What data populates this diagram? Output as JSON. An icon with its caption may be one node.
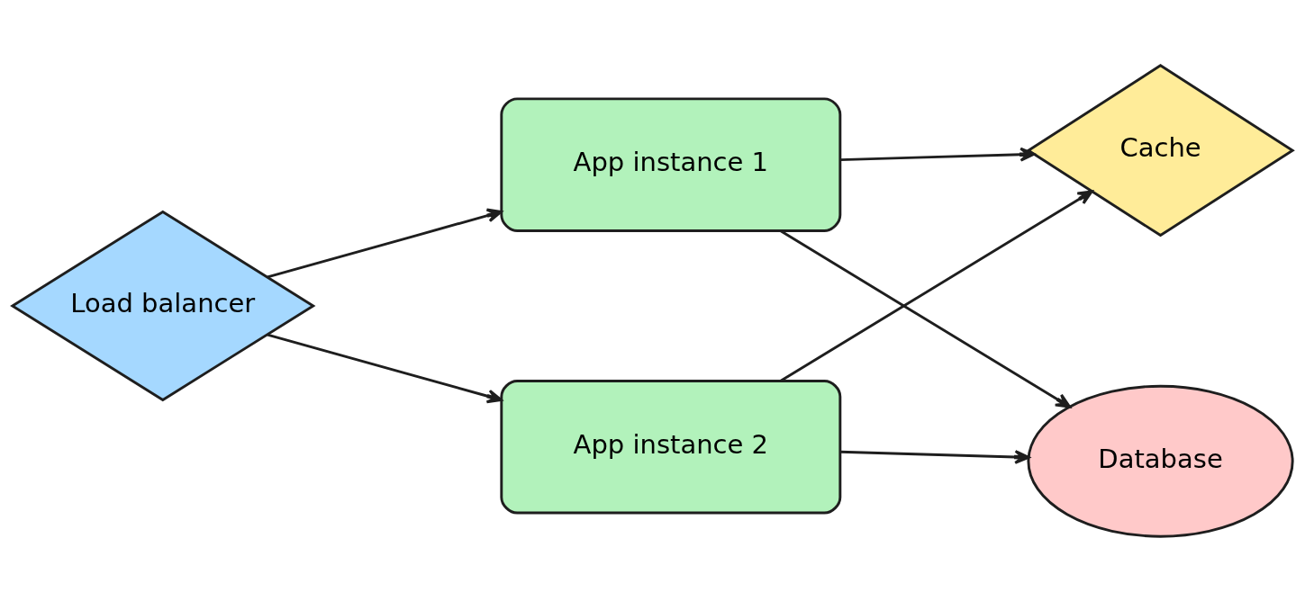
{
  "diagram": {
    "nodes": [
      {
        "text": [
          "Load balancer"
        ]
      },
      {
        "text": [
          "App instance 1"
        ]
      },
      {
        "text": [
          "App instance 2"
        ]
      },
      {
        "text": [
          "Cache"
        ]
      },
      {
        "text": [
          "Database"
        ]
      }
    ],
    "edges": [
      {
        "from": 0,
        "to": 1,
        "arrow": "to"
      },
      {
        "from": 0,
        "to": 2,
        "arrow": "to"
      },
      {
        "from": 1,
        "to": 3,
        "arrow": "to"
      },
      {
        "from": 1,
        "to": 4,
        "arrow": "to"
      },
      {
        "from": 2,
        "to": 3,
        "arrow": "to"
      },
      {
        "from": 2,
        "to": 4,
        "arrow": "to"
      }
    ]
  }
}
